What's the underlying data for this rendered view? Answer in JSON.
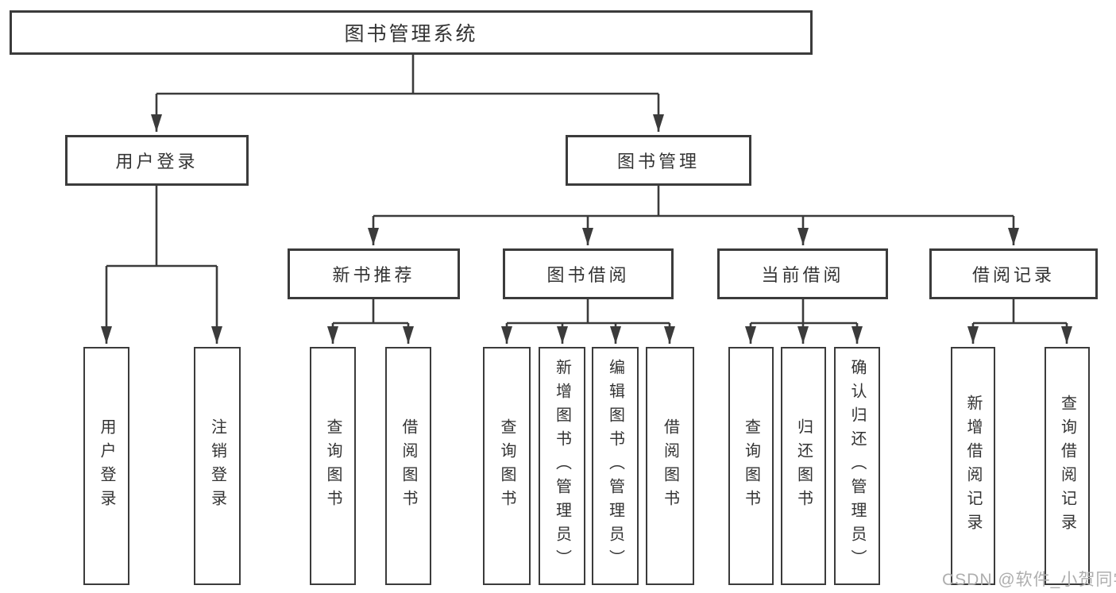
{
  "diagram": {
    "title": "图书管理系统",
    "level2": {
      "user_login": "用户登录",
      "book_management": "图书管理"
    },
    "level3": {
      "new_book_recommend": "新书推荐",
      "book_borrow": "图书借阅",
      "current_borrow": "当前借阅",
      "borrow_records": "借阅记录"
    },
    "leaves": {
      "user_login": [
        "用户登录",
        "注销登录"
      ],
      "new_book_recommend": [
        "查询图书",
        "借阅图书"
      ],
      "book_borrow": [
        "查询图书",
        "新增图书（管理员）",
        "编辑图书（管理员）",
        "借阅图书"
      ],
      "current_borrow": [
        "查询图书",
        "归还图书",
        "确认归还（管理员）"
      ],
      "borrow_records": [
        "新增借阅记录",
        "查询借阅记录"
      ]
    },
    "colors": {
      "line": "#3b3b3b",
      "text": "#333333",
      "background": "#ffffff",
      "watermark": "#aeaeae"
    }
  },
  "watermark": "CSDN @软件_小贺同学"
}
